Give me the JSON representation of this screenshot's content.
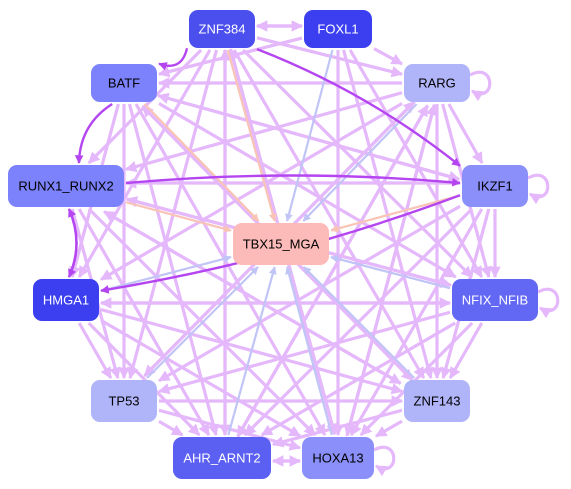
{
  "nodes": [
    {
      "id": "ZNF384",
      "label": "ZNF384",
      "fill": "#4a4fee",
      "text": "#ffffff"
    },
    {
      "id": "FOXL1",
      "label": "FOXL1",
      "fill": "#3b3ff0",
      "text": "#ffffff"
    },
    {
      "id": "BATF",
      "label": "BATF",
      "fill": "#7c82fb",
      "text": "#000000"
    },
    {
      "id": "RARG",
      "label": "RARG",
      "fill": "#b0b4f9",
      "text": "#000000"
    },
    {
      "id": "RUNX1_RUNX2",
      "label": "RUNX1_RUNX2",
      "fill": "#7c82fb",
      "text": "#000000"
    },
    {
      "id": "IKZF1",
      "label": "IKZF1",
      "fill": "#8a8ff9",
      "text": "#000000"
    },
    {
      "id": "TBX15_MGA",
      "label": "TBX15_MGA",
      "fill": "#fcbab8",
      "text": "#000000"
    },
    {
      "id": "HMGA1",
      "label": "HMGA1",
      "fill": "#3b3ff0",
      "text": "#ffffff"
    },
    {
      "id": "NFIX_NFIB",
      "label": "NFIX_NFIB",
      "fill": "#6267f4",
      "text": "#ffffff"
    },
    {
      "id": "TP53",
      "label": "TP53",
      "fill": "#b0b4f9",
      "text": "#000000"
    },
    {
      "id": "ZNF143",
      "label": "ZNF143",
      "fill": "#b0b4f9",
      "text": "#000000"
    },
    {
      "id": "AHR_ARNT2",
      "label": "AHR_ARNT2",
      "fill": "#5b60f2",
      "text": "#ffffff"
    },
    {
      "id": "HOXA13",
      "label": "HOXA13",
      "fill": "#8a8ff9",
      "text": "#000000"
    }
  ],
  "edge_colors": {
    "light": "#e4b8fb",
    "strong": "#b445f1",
    "blue": "#c0c4f6",
    "peach": "#f9c3b5"
  },
  "edges": [
    {
      "from": "ZNF384",
      "to": "IKZF1",
      "color": "strong"
    },
    {
      "from": "IKZF1",
      "to": "HMGA1",
      "color": "strong"
    },
    {
      "from": "RUNX1_RUNX2",
      "to": "IKZF1",
      "color": "strong"
    },
    {
      "from": "ZNF384",
      "to": "BATF",
      "color": "strong"
    },
    {
      "from": "BATF",
      "to": "RUNX1_RUNX2",
      "color": "strong"
    },
    {
      "from": "RUNX1_RUNX2",
      "to": "HMGA1",
      "color": "strong"
    },
    {
      "from": "HMGA1",
      "to": "RUNX1_RUNX2",
      "color": "strong"
    },
    {
      "from": "ZNF384",
      "to": "TBX15_MGA",
      "color": "peach"
    },
    {
      "from": "BATF",
      "to": "TBX15_MGA",
      "color": "peach"
    },
    {
      "from": "RUNX1_RUNX2",
      "to": "TBX15_MGA",
      "color": "peach"
    },
    {
      "from": "IKZF1",
      "to": "TBX15_MGA",
      "color": "peach"
    },
    {
      "from": "FOXL1",
      "to": "TBX15_MGA",
      "color": "blue"
    },
    {
      "from": "RARG",
      "to": "TBX15_MGA",
      "color": "blue"
    },
    {
      "from": "HMGA1",
      "to": "TBX15_MGA",
      "color": "blue"
    },
    {
      "from": "NFIX_NFIB",
      "to": "TBX15_MGA",
      "color": "blue"
    },
    {
      "from": "TP53",
      "to": "TBX15_MGA",
      "color": "blue"
    },
    {
      "from": "ZNF143",
      "to": "TBX15_MGA",
      "color": "blue"
    },
    {
      "from": "AHR_ARNT2",
      "to": "TBX15_MGA",
      "color": "blue"
    },
    {
      "from": "HOXA13",
      "to": "TBX15_MGA",
      "color": "blue"
    },
    {
      "from": "FOXL1",
      "to": "ZNF384",
      "color": "light"
    },
    {
      "from": "ZNF384",
      "to": "FOXL1",
      "color": "light"
    },
    {
      "from": "ZNF384",
      "to": "RARG",
      "color": "light"
    },
    {
      "from": "FOXL1",
      "to": "RARG",
      "color": "light"
    },
    {
      "from": "RARG",
      "to": "IKZF1",
      "color": "light"
    },
    {
      "from": "RARG",
      "to": "BATF",
      "color": "light"
    },
    {
      "from": "ZNF384",
      "to": "RUNX1_RUNX2",
      "color": "light"
    },
    {
      "from": "ZNF384",
      "to": "HMGA1",
      "color": "light"
    },
    {
      "from": "ZNF384",
      "to": "TP53",
      "color": "light"
    },
    {
      "from": "ZNF384",
      "to": "AHR_ARNT2",
      "color": "light"
    },
    {
      "from": "ZNF384",
      "to": "HOXA13",
      "color": "light"
    },
    {
      "from": "ZNF384",
      "to": "ZNF143",
      "color": "light"
    },
    {
      "from": "ZNF384",
      "to": "NFIX_NFIB",
      "color": "light"
    },
    {
      "from": "FOXL1",
      "to": "HOXA13",
      "color": "light"
    },
    {
      "from": "FOXL1",
      "to": "ZNF143",
      "color": "light"
    },
    {
      "from": "FOXL1",
      "to": "NFIX_NFIB",
      "color": "light"
    },
    {
      "from": "FOXL1",
      "to": "BATF",
      "color": "light"
    },
    {
      "from": "BATF",
      "to": "IKZF1",
      "color": "light"
    },
    {
      "from": "BATF",
      "to": "TP53",
      "color": "light"
    },
    {
      "from": "BATF",
      "to": "AHR_ARNT2",
      "color": "light"
    },
    {
      "from": "BATF",
      "to": "HOXA13",
      "color": "light"
    },
    {
      "from": "BATF",
      "to": "ZNF143",
      "color": "light"
    },
    {
      "from": "BATF",
      "to": "NFIX_NFIB",
      "color": "light"
    },
    {
      "from": "BATF",
      "to": "HMGA1",
      "color": "light"
    },
    {
      "from": "RARG",
      "to": "RUNX1_RUNX2",
      "color": "light"
    },
    {
      "from": "RARG",
      "to": "HMGA1",
      "color": "light"
    },
    {
      "from": "RARG",
      "to": "TP53",
      "color": "light"
    },
    {
      "from": "RARG",
      "to": "AHR_ARNT2",
      "color": "light"
    },
    {
      "from": "RARG",
      "to": "HOXA13",
      "color": "light"
    },
    {
      "from": "RARG",
      "to": "ZNF143",
      "color": "light"
    },
    {
      "from": "RARG",
      "to": "NFIX_NFIB",
      "color": "light"
    },
    {
      "from": "RUNX1_RUNX2",
      "to": "NFIX_NFIB",
      "color": "light"
    },
    {
      "from": "RUNX1_RUNX2",
      "to": "TP53",
      "color": "light"
    },
    {
      "from": "RUNX1_RUNX2",
      "to": "AHR_ARNT2",
      "color": "light"
    },
    {
      "from": "RUNX1_RUNX2",
      "to": "HOXA13",
      "color": "light"
    },
    {
      "from": "RUNX1_RUNX2",
      "to": "ZNF143",
      "color": "light"
    },
    {
      "from": "IKZF1",
      "to": "RUNX1_RUNX2",
      "color": "light"
    },
    {
      "from": "IKZF1",
      "to": "NFIX_NFIB",
      "color": "light"
    },
    {
      "from": "IKZF1",
      "to": "TP53",
      "color": "light"
    },
    {
      "from": "IKZF1",
      "to": "AHR_ARNT2",
      "color": "light"
    },
    {
      "from": "IKZF1",
      "to": "HOXA13",
      "color": "light"
    },
    {
      "from": "IKZF1",
      "to": "ZNF143",
      "color": "light"
    },
    {
      "from": "IKZF1",
      "to": "BATF",
      "color": "light"
    },
    {
      "from": "HMGA1",
      "to": "NFIX_NFIB",
      "color": "light"
    },
    {
      "from": "HMGA1",
      "to": "TP53",
      "color": "light"
    },
    {
      "from": "HMGA1",
      "to": "AHR_ARNT2",
      "color": "light"
    },
    {
      "from": "HMGA1",
      "to": "HOXA13",
      "color": "light"
    },
    {
      "from": "HMGA1",
      "to": "ZNF143",
      "color": "light"
    },
    {
      "from": "NFIX_NFIB",
      "to": "HMGA1",
      "color": "light"
    },
    {
      "from": "NFIX_NFIB",
      "to": "TP53",
      "color": "light"
    },
    {
      "from": "NFIX_NFIB",
      "to": "AHR_ARNT2",
      "color": "light"
    },
    {
      "from": "NFIX_NFIB",
      "to": "HOXA13",
      "color": "light"
    },
    {
      "from": "NFIX_NFIB",
      "to": "ZNF143",
      "color": "light"
    },
    {
      "from": "NFIX_NFIB",
      "to": "RUNX1_RUNX2",
      "color": "light"
    },
    {
      "from": "TP53",
      "to": "AHR_ARNT2",
      "color": "light"
    },
    {
      "from": "TP53",
      "to": "HOXA13",
      "color": "light"
    },
    {
      "from": "TP53",
      "to": "ZNF143",
      "color": "light"
    },
    {
      "from": "TP53",
      "to": "RARG",
      "color": "light"
    },
    {
      "from": "ZNF143",
      "to": "AHR_ARNT2",
      "color": "light"
    },
    {
      "from": "ZNF143",
      "to": "HOXA13",
      "color": "light"
    },
    {
      "from": "ZNF143",
      "to": "BATF",
      "color": "light"
    },
    {
      "from": "ZNF143",
      "to": "RUNX1_RUNX2",
      "color": "light"
    },
    {
      "from": "AHR_ARNT2",
      "to": "HOXA13",
      "color": "light"
    },
    {
      "from": "HOXA13",
      "to": "AHR_ARNT2",
      "color": "light"
    },
    {
      "from": "AHR_ARNT2",
      "to": "ZNF384",
      "color": "light"
    },
    {
      "from": "AHR_ARNT2",
      "to": "RARG",
      "color": "light"
    },
    {
      "from": "HOXA13",
      "to": "ZNF384",
      "color": "light"
    },
    {
      "from": "HOXA13",
      "to": "RARG",
      "color": "light"
    }
  ],
  "self_loops": [
    "RARG",
    "IKZF1",
    "NFIX_NFIB",
    "HOXA13"
  ]
}
